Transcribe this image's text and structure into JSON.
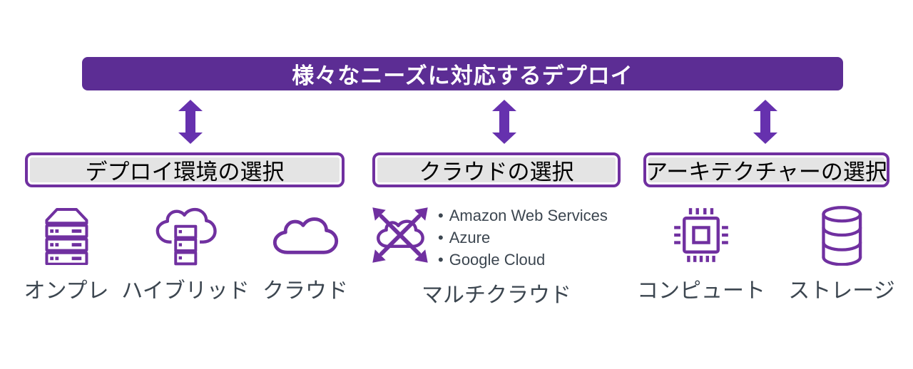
{
  "banner": {
    "title": "様々なニーズに対応するデプロイ"
  },
  "columns": [
    {
      "header": "デプロイ環境の選択",
      "items": [
        {
          "icon": "server-icon",
          "label": "オンプレ"
        },
        {
          "icon": "hybrid-cloud-icon",
          "label": "ハイブリッド"
        },
        {
          "icon": "cloud-icon",
          "label": "クラウド"
        }
      ]
    },
    {
      "header": "クラウドの選択",
      "bullet_char": "•",
      "bullets": [
        "Amazon Web Services",
        "Azure",
        "Google Cloud"
      ],
      "items": [
        {
          "icon": "multi-cloud-icon",
          "label": "マルチクラウド"
        }
      ]
    },
    {
      "header": "アーキテクチャーの選択",
      "items": [
        {
          "icon": "cpu-icon",
          "label": "コンピュート"
        },
        {
          "icon": "database-icon",
          "label": "ストレージ"
        }
      ]
    }
  ],
  "colors": {
    "banner_bg": "#5C2D94",
    "banner_text": "#FFFFFF",
    "arrow_purple": "#6631AE",
    "icon_purple": "#7030A0",
    "box_border": "#7030A0",
    "box_fill": "#E4E4E4",
    "box_text": "#000000",
    "label_text": "#3C4650",
    "bullet_text": "#3C4650"
  }
}
